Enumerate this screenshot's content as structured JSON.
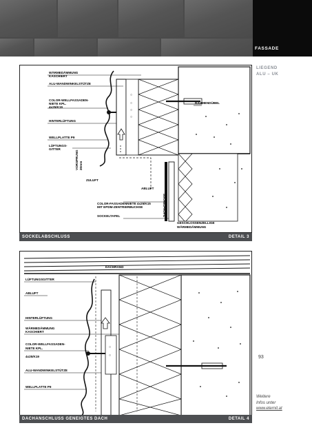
{
  "header": {
    "section_label": "FASSADE"
  },
  "side": {
    "heading_line1": "LIEGEND",
    "heading_line2": "ALU – UK"
  },
  "detail_top": {
    "caption_left": "SOCKELABSCHLUSS",
    "caption_right": "DETAIL 3",
    "labels": {
      "waermedaemmung": "WÄRMEDÄMMUNG",
      "kaschiert": "KASCHIERT",
      "alu_wandwinkelstuetze": "ALU-WANDWINKELSTÜTZE",
      "color_well_1": "COLOR-WELLFASSADEN-",
      "color_well_2": "NIETE KPL.",
      "color_well_3": "4x25/K19",
      "rahmenduebel": "RAHMENDÜBEL",
      "hinterlueftung": "HINTERLÜFTUNG",
      "wellplatte": "WELLPLATTE P9",
      "lueftungsgitter_1": "LÜFTUNGS-",
      "lueftungsgitter_2": "GITTER",
      "vorsprung_1": "VORSPRUNG",
      "vorsprung_2": "20mm",
      "zuluft": "ZULUFT",
      "abluft": "ABLUFT",
      "fassadenniete_1": "COLOR-FASSADENNIETE 4x25/K15",
      "fassadenniete_2": "MIT EPDM-ZENTRIERBUCHSE",
      "sockeltafel": "SOCKELTAFEL",
      "sockelprofil": "SOCKELPROFIL",
      "geschlossen_1": "GESCHLOSSENZELLIGE",
      "geschlossen_2": "WÄRMEDÄMMUNG"
    }
  },
  "detail_bottom": {
    "caption_left": "DACHANSCHLUSS GENEIGTES DACH",
    "caption_right": "DETAIL 4",
    "labels": {
      "dachrand": "DACHRAND",
      "lueftungsgitter": "LÜFTUNGSGITTER",
      "abluft": "ABLUFT",
      "hinterlueftung": "HINTERLÜFTUNG",
      "waermedaemmung": "WÄRMEDÄMMUNG",
      "kaschiert": "KASCHIERT",
      "color_well_1": "COLOR-WELLFASSADEN-",
      "color_well_2": "NIETE KPL.",
      "color_well_3": "4x25/K19",
      "alu_wandwinkelstuetze": "ALU-WANDWINKELSTÜTZE",
      "wellplatte": "WELLPLATTE P9"
    }
  },
  "footer": {
    "page_number": "93",
    "weitere_line1": "Weitere",
    "weitere_line2": "Infos unter",
    "weitere_link": "www.eternit.at"
  }
}
